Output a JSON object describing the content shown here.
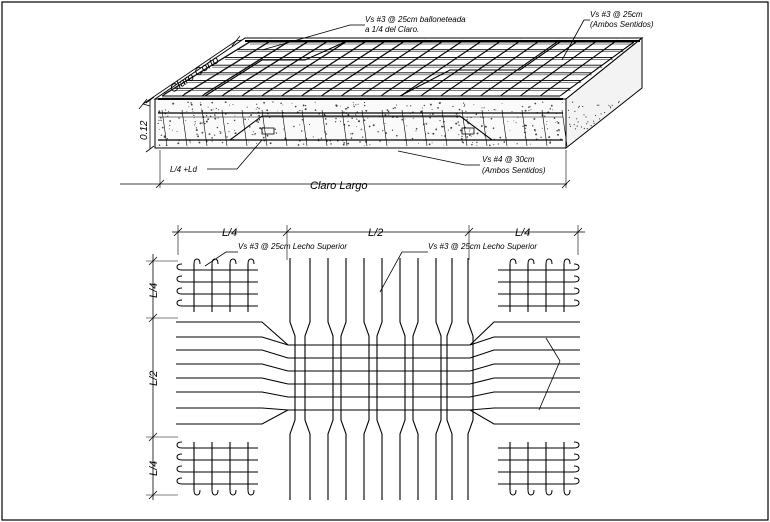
{
  "top_view": {
    "callout_vs3_balloned": "Vs #3 @ 25cm balloneteada",
    "callout_vs3_balloned_line2": "a 1/4 del Claro.",
    "callout_vs3_both": "Vs #3 @ 25cm",
    "callout_vs3_both_line2": "(Ambos Sentidos)",
    "callout_vs4": "Vs #4 @ 30cm",
    "callout_vs4_line2": "(Ambos Sentidos)",
    "label_claro_corto": "Claro Corto",
    "label_claro_largo": "Claro Largo",
    "label_thickness": "0.12",
    "label_l4_ld": "L/4 +Ld"
  },
  "plan_view": {
    "dim_top_left": "L/4",
    "dim_top_mid": "L/2",
    "dim_top_right": "L/4",
    "dim_side_top": "L/4",
    "dim_side_mid": "L/2",
    "dim_side_bot": "L/4",
    "callout_left": "Vs #3 @ 25cm  Lecho Superior",
    "callout_right": "Vs #3 @ 25cm  Lecho Superior"
  },
  "colors": {
    "line": "#000000",
    "background": "#ffffff"
  }
}
